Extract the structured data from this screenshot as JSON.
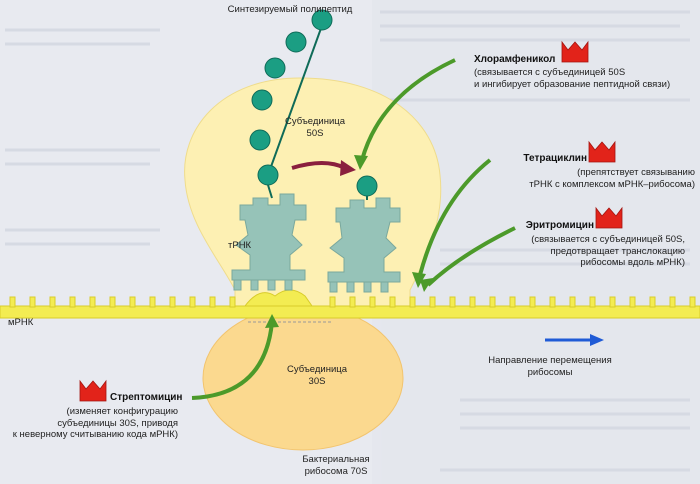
{
  "labels": {
    "polypeptide": "Синтезируемый полипептид",
    "subunit_50s": "Субъединица\n50S",
    "subunit_30s": "Субъединица\n30S",
    "trna": "тРНК",
    "mrna": "мРНК",
    "ribosome": "Бактериальная\nрибосома 70S",
    "direction": "Направление перемещения\nрибосомы"
  },
  "antibiotics": [
    {
      "name": "Хлорамфеникол",
      "description": "(связывается с субъединицей 50S\nи ингибирует образование пептидной связи)"
    },
    {
      "name": "Тетрациклин",
      "description": "(препятствует связыванию\nтРНК с комплексом мРНК–рибосома)"
    },
    {
      "name": "Эритромицин",
      "description": "(связывается с субъединицей 50S,\nпредотвращает транслокацию\nрибосомы вдоль мРНК)"
    },
    {
      "name": "Стрептомицин",
      "description": "(изменяет конфигурацию\nсубъединицы 30S, приводя\nк неверному считыванию кода мРНК)"
    }
  ],
  "colors": {
    "subunit_50s": "#fdf0b3",
    "subunit_30s": "#fbd98f",
    "mrna": "#f3ec52",
    "trna": "#96c3b8",
    "polypeptide_bead": "#1b9e83",
    "arrow_green": "#4c9a2a",
    "arrow_maroon": "#8a1f3e",
    "direction_arrow": "#1f5bd6",
    "antibiotic_icon": "#e2231a"
  }
}
